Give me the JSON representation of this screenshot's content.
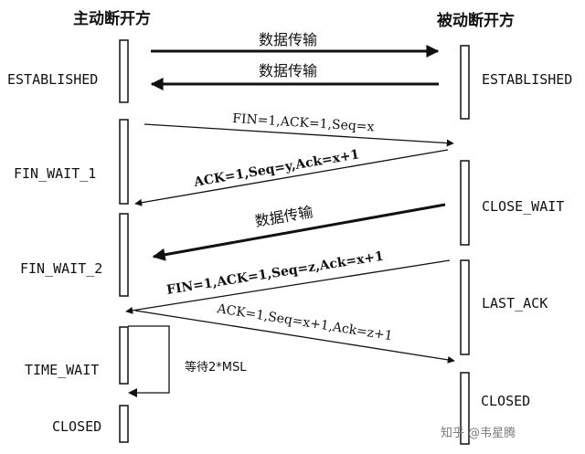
{
  "headers": {
    "active": "主动断开方",
    "passive": "被动断开方"
  },
  "active_states": {
    "established": "ESTABLISHED",
    "fin_wait_1": "FIN_WAIT_1",
    "fin_wait_2": "FIN_WAIT_2",
    "time_wait": "TIME_WAIT",
    "closed": "CLOSED"
  },
  "passive_states": {
    "established": "ESTABLISHED",
    "close_wait": "CLOSE_WAIT",
    "last_ack": "LAST_ACK",
    "closed": "CLOSED"
  },
  "messages": {
    "data_right": "数据传输",
    "data_left": "数据传输",
    "fin1": "FIN=1,ACK=1,Seq=x",
    "ack1": "ACK=1,Seq=y,Ack=x+1",
    "data_close": "数据传输",
    "fin2": "FIN=1,ACK=1,Seq=z,Ack=x+1",
    "ack2": "ACK=1,Seq=x+1,Ack=z+1"
  },
  "wait_label": "等待2*MSL",
  "watermark": "知乎 @韦星腾"
}
